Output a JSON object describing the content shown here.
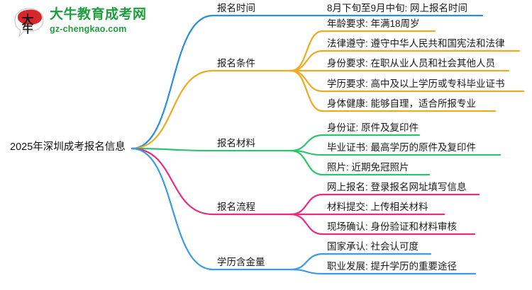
{
  "logo": {
    "mark_text": "大牛",
    "name_cn": "大牛教育成考网",
    "name_en": "gz-chengkao.com",
    "brand_color": "#1f9d3d",
    "mark_color": "#d8262c"
  },
  "mindmap": {
    "root": {
      "label": "2025年深圳成考报名信息"
    },
    "colors": {
      "blue": "#2a8fe0",
      "orange": "#eeaa22",
      "green": "#2ec46f",
      "pink": "#ee2b7b",
      "lightblue": "#3d9ae8"
    },
    "branches": [
      {
        "label": "报名时间",
        "color": "#2a8fe0",
        "children": [
          {
            "label": "8月下旬至9月中旬: 网上报名时间"
          }
        ]
      },
      {
        "label": "报名条件",
        "color": "#eeaa22",
        "children": [
          {
            "label": "年龄要求: 年满18周岁"
          },
          {
            "label": "法律遵守: 遵守中华人民共和国宪法和法律"
          },
          {
            "label": "身份要求: 在职从业人员和社会其他人员"
          },
          {
            "label": "学历要求: 高中及以上学历或专科毕业证书"
          },
          {
            "label": "身体健康: 能够自理，适合所报专业"
          }
        ]
      },
      {
        "label": "报名材料",
        "color": "#2ec46f",
        "children": [
          {
            "label": "身份证: 原件及复印件"
          },
          {
            "label": "毕业证书: 最高学历的原件及复印件"
          },
          {
            "label": "照片: 近期免冠照片"
          }
        ]
      },
      {
        "label": "报名流程",
        "color": "#ee2b7b",
        "children": [
          {
            "label": "网上报名: 登录报名网址填写信息"
          },
          {
            "label": "材料提交: 上传相关材料"
          },
          {
            "label": "现场确认: 身份验证和材料审核"
          }
        ]
      },
      {
        "label": "学历含金量",
        "color": "#3d9ae8",
        "children": [
          {
            "label": "国家承认: 社会认可度"
          },
          {
            "label": "职业发展: 提升学历的重要途径"
          }
        ]
      }
    ]
  }
}
